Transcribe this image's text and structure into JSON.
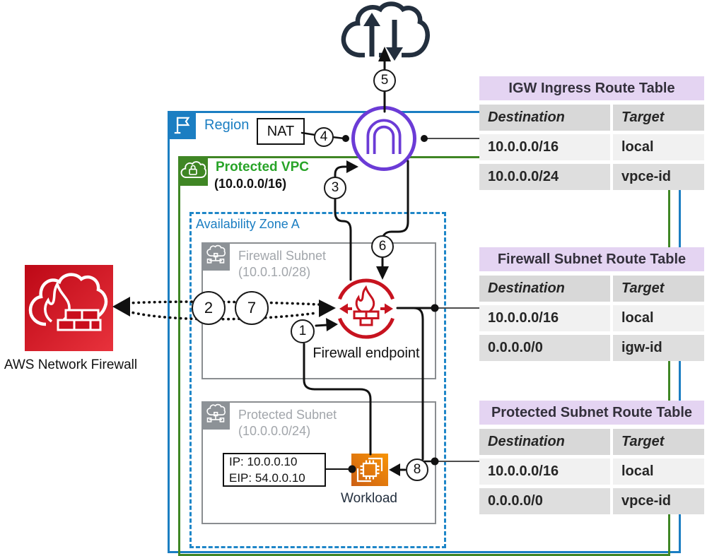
{
  "colors": {
    "region_blue": "#1B7EC2",
    "vpc_green": "#3F8624",
    "vpc_title_green": "#28A428",
    "az_blue": "#1E86C8",
    "subnet_gray": "#8D9297",
    "endpoint_red": "#C7131F",
    "network_firewall_red": "#C90F1D",
    "workload_orange": "#EC7211",
    "igw_purple": "#6B3BD6",
    "internet_navy": "#232F3E",
    "table_title_bg": "#E4D4F2",
    "table_header_gray": "#D8D8D8",
    "table_row_light": "#F1F1F1"
  },
  "diagram": {
    "region_label": "Region",
    "nat_label": "NAT",
    "vpc_label": "Protected VPC",
    "vpc_cidr": "(10.0.0.0/16)",
    "az_label": "Availability Zone A",
    "firewall_subnet_label": "Firewall Subnet",
    "firewall_subnet_cidr": "(10.0.1.0/28)",
    "protected_subnet_label": "Protected Subnet",
    "protected_subnet_cidr": "(10.0.0.0/24)",
    "firewall_endpoint_label": "Firewall endpoint",
    "workload_label": "Workload",
    "ip_line1": "IP: 10.0.0.10",
    "ip_line2": "EIP: 54.0.0.10",
    "network_firewall_label": "AWS Network Firewall",
    "steps": [
      "1",
      "2",
      "3",
      "4",
      "5",
      "6",
      "7",
      "8"
    ]
  },
  "route_tables": [
    {
      "title": "IGW Ingress Route Table",
      "columns": [
        "Destination",
        "Target"
      ],
      "rows": [
        [
          "10.0.0.0/16",
          "local"
        ],
        [
          "10.0.0.0/24",
          "vpce-id"
        ]
      ]
    },
    {
      "title": "Firewall Subnet Route Table",
      "columns": [
        "Destination",
        "Target"
      ],
      "rows": [
        [
          "10.0.0.0/16",
          "local"
        ],
        [
          "0.0.0.0/0",
          "igw-id"
        ]
      ]
    },
    {
      "title": "Protected Subnet Route Table",
      "columns": [
        "Destination",
        "Target"
      ],
      "rows": [
        [
          "10.0.0.0/16",
          "local"
        ],
        [
          "0.0.0.0/0",
          "vpce-id"
        ]
      ]
    }
  ]
}
